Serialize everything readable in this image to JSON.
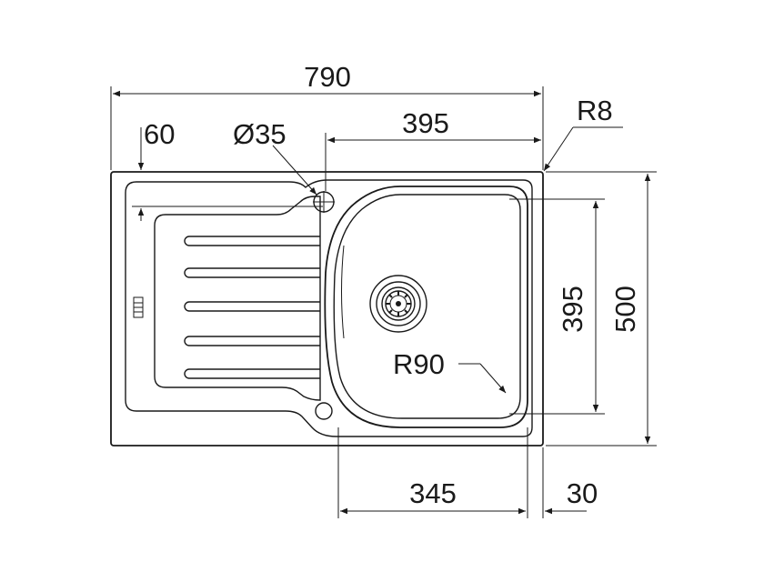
{
  "drawing": {
    "dimensions": {
      "overall_width": "790",
      "bowl_offset_width": "395",
      "drainer_edge": "60",
      "tap_hole": "Ø35",
      "corner_radius": "R8",
      "bowl_depth": "395",
      "overall_depth": "500",
      "bowl_radius": "R90",
      "bowl_width": "345",
      "rim_offset": "30"
    },
    "drainer_grooves": 5
  }
}
